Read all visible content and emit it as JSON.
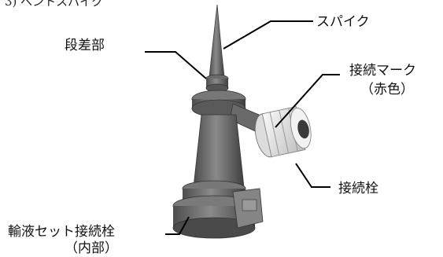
{
  "heading": "3) ベントスパイク",
  "labels": {
    "spike": "スパイク",
    "step": "段差部",
    "mark": "接続マーク",
    "mark_color": "（赤色）",
    "port": "接続栓",
    "infusion": "輸液セット接続栓",
    "infusion_sub": "（内部）"
  },
  "parts": {
    "body_color": "#6f6f6f",
    "body_shade": "#4a4a4a",
    "connector_color": "#e9e9e9",
    "connector_shade": "#9a9a9a"
  }
}
